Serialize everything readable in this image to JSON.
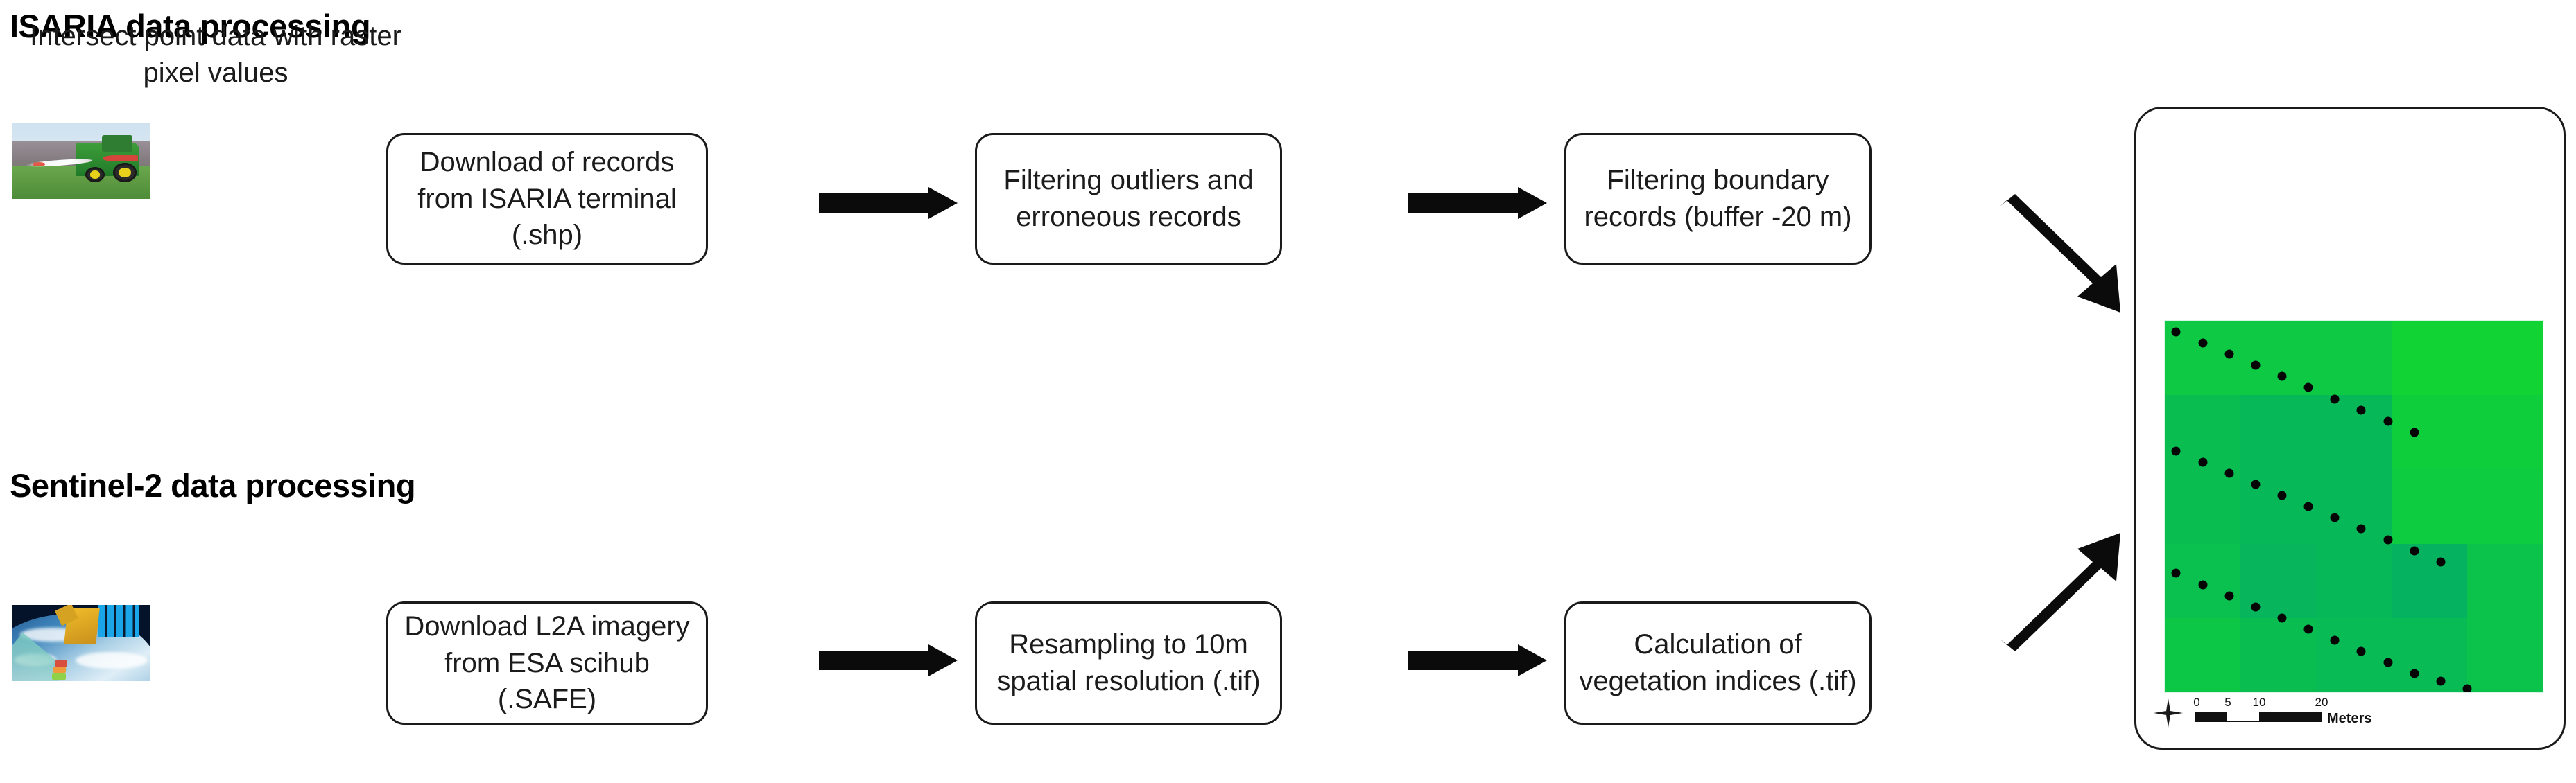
{
  "sections": {
    "isaria": {
      "title": "ISARIA data processing"
    },
    "sentinel": {
      "title": "Sentinel-2 data processing"
    }
  },
  "images": {
    "tractor": {
      "alt": "tractor-spreading-fertilizer-in-green-field"
    },
    "satellite": {
      "alt": "sentinel-2-satellite-over-earth"
    }
  },
  "flow": {
    "isaria_steps": [
      {
        "id": "download-isaria",
        "text": "Download of records from ISARIA terminal (.shp)"
      },
      {
        "id": "filter-outliers",
        "text": "Filtering outliers and erroneous records"
      },
      {
        "id": "filter-boundary",
        "text": "Filtering boundary records (buffer -20 m)"
      }
    ],
    "sentinel_steps": [
      {
        "id": "download-l2a",
        "text": "Download L2A imagery from ESA scihub (.SAFE)"
      },
      {
        "id": "resampling",
        "text": "Resampling to 10m spatial resolution (.tif)"
      },
      {
        "id": "veg-indices",
        "text": "Calculation of vegetation indices (.tif)"
      }
    ],
    "result": {
      "text": "Intersect point data with raster pixel values"
    },
    "arrow_color": "#0b0b0b"
  },
  "map": {
    "scalebar": {
      "ticks": [
        "0",
        "5",
        "10",
        "20"
      ],
      "units": "Meters"
    },
    "north_arrow_label": "N",
    "raster_colors": [
      "#0ec84a",
      "#10b85a",
      "#14c255",
      "#0cd348",
      "#17b863",
      "#0ac943",
      "#12bf52"
    ],
    "point_color": "#050505",
    "points": [
      [
        9,
        3
      ],
      [
        33,
        9
      ],
      [
        54,
        16
      ],
      [
        79,
        25
      ],
      [
        105,
        33
      ],
      [
        131,
        41
      ],
      [
        156,
        50
      ],
      [
        182,
        58
      ],
      [
        207,
        66
      ],
      [
        234,
        74
      ],
      [
        258,
        82
      ],
      [
        284,
        91
      ],
      [
        309,
        98
      ],
      [
        335,
        106
      ],
      [
        360,
        114
      ],
      [
        386,
        122
      ],
      [
        412,
        130
      ],
      [
        438,
        138
      ],
      [
        464,
        146
      ],
      [
        490,
        155
      ],
      [
        516,
        163
      ],
      [
        541,
        171
      ]
    ]
  },
  "chart_data": {
    "type": "scatter",
    "title": "Intersect point data with raster pixel values",
    "description": "Green raster grid of vegetation-index pixels overlaid with black ISARIA sensor sample points arranged along parallel diagonal tractor passes",
    "xlabel": "",
    "ylabel": "",
    "scalebar_ticks": [
      0,
      5,
      10,
      20
    ],
    "scalebar_units": "Meters",
    "grid": false,
    "legend": "none",
    "raster_rows": 5,
    "raster_cols": 5,
    "series": [
      {
        "name": "sample-points-pass-1",
        "x": [
          3,
          10,
          17,
          24,
          31,
          38,
          45,
          52,
          59,
          66
        ],
        "y": [
          97,
          94,
          91,
          88,
          85,
          82,
          79,
          76,
          73,
          70
        ]
      },
      {
        "name": "sample-points-pass-2",
        "x": [
          3,
          10,
          17,
          24,
          31,
          38,
          45,
          52,
          59,
          66,
          73
        ],
        "y": [
          65,
          62,
          59,
          56,
          53,
          50,
          47,
          44,
          41,
          38,
          35
        ]
      },
      {
        "name": "sample-points-pass-3",
        "x": [
          3,
          10,
          17,
          24,
          31,
          38,
          45,
          52,
          59,
          66,
          73,
          80
        ],
        "y": [
          32,
          29,
          26,
          23,
          20,
          17,
          14,
          11,
          8,
          5,
          3,
          1
        ]
      }
    ],
    "raster_values": [
      [
        0.82,
        0.82,
        0.82,
        0.86,
        0.86
      ],
      [
        0.78,
        0.76,
        0.76,
        0.84,
        0.84
      ],
      [
        0.78,
        0.76,
        0.76,
        0.83,
        0.83
      ],
      [
        0.79,
        0.75,
        0.76,
        0.74,
        0.8
      ],
      [
        0.81,
        0.78,
        0.77,
        0.77,
        0.8
      ]
    ]
  }
}
